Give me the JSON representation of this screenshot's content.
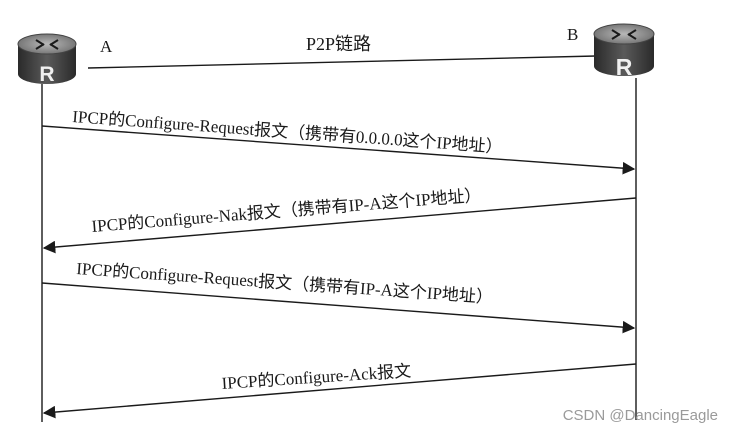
{
  "devices": {
    "a": {
      "label": "A",
      "icon_glyph": "R"
    },
    "b": {
      "label": "B",
      "icon_glyph": "R"
    }
  },
  "link": {
    "label": "P2P链路"
  },
  "messages": [
    {
      "text": "IPCP的Configure-Request报文（携带有0.0.0.0这个IP地址）",
      "direction": "A→B"
    },
    {
      "text": "IPCP的Configure-Nak报文（携带有IP-A这个IP地址）",
      "direction": "B→A"
    },
    {
      "text": "IPCP的Configure-Request报文（携带有IP-A这个IP地址）",
      "direction": "A→B"
    },
    {
      "text": "IPCP的Configure-Ack报文",
      "direction": "B→A"
    }
  ],
  "watermark": "CSDN @DancingEagle",
  "colors": {
    "line": "#1a1a1a",
    "router_dark": "#3a3a3a",
    "router_mid": "#8a8a8a",
    "router_light": "#d8d8d8"
  }
}
